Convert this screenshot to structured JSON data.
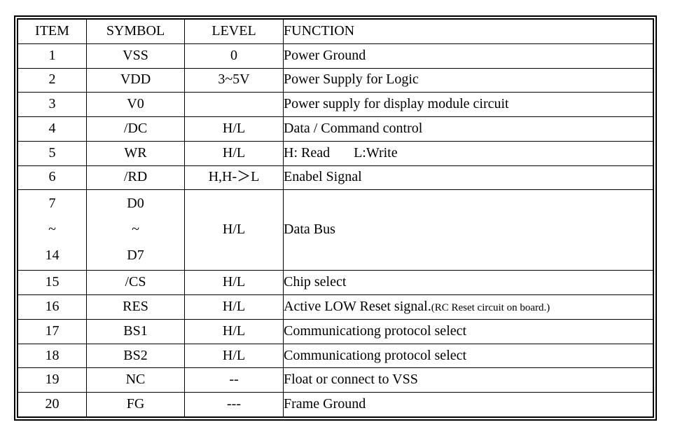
{
  "table": {
    "headers": {
      "item": "ITEM",
      "symbol": "SYMBOL",
      "level": "LEVEL",
      "function": "FUNCTION"
    },
    "rows": [
      {
        "item": "1",
        "symbol": "VSS",
        "level": "0",
        "function": "Power Ground"
      },
      {
        "item": "2",
        "symbol": "VDD",
        "level": "3~5V",
        "function": "Power Supply for Logic"
      },
      {
        "item": "3",
        "symbol": "V0",
        "level": "",
        "function": "Power supply for display module circuit"
      },
      {
        "item": "4",
        "symbol": "/DC",
        "level": "H/L",
        "function": "Data / Command control"
      },
      {
        "item": "5",
        "symbol": "WR",
        "level": "H/L",
        "function_a": "H: Read",
        "function_b": "L:Write"
      },
      {
        "item": "6",
        "symbol": "/RD",
        "level": "H,H-＞L",
        "function": "Enabel Signal"
      },
      {
        "item_lines": [
          "7",
          "~",
          "14"
        ],
        "symbol_lines": [
          "D0",
          "~",
          "D7"
        ],
        "level": "H/L",
        "function": "Data Bus",
        "merged": true
      },
      {
        "item": "15",
        "symbol": "/CS",
        "level": "H/L",
        "function": "Chip select"
      },
      {
        "item": "16",
        "symbol": "RES",
        "level": "H/L",
        "function_main": "Active LOW Reset signal.",
        "function_note": "(RC Reset circuit on board.)"
      },
      {
        "item": "17",
        "symbol": "BS1",
        "level": "H/L",
        "function": "Communicationg protocol select"
      },
      {
        "item": "18",
        "symbol": "BS2",
        "level": "H/L",
        "function": "Communicationg protocol select"
      },
      {
        "item": "19",
        "symbol": "NC",
        "level": "--",
        "function": "Float or connect to VSS"
      },
      {
        "item": "20",
        "symbol": "FG",
        "level": "---",
        "function": "Frame Ground"
      }
    ]
  },
  "colors": {
    "border": "#000000",
    "text": "#000000",
    "background": "#ffffff"
  }
}
